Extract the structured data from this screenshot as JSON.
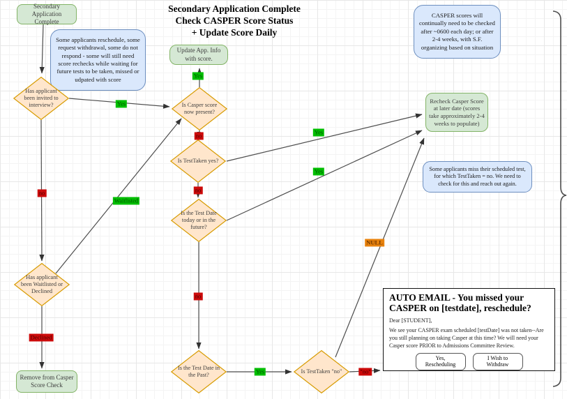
{
  "title": {
    "line1": "Secondary Application Complete",
    "line2": "Check CASPER Score Status",
    "line3": "+ Update Score Daily"
  },
  "nodes": {
    "secondary_app": {
      "label": "Secondary Application Complete"
    },
    "update_app": {
      "label": "Update App. Info with score."
    },
    "recheck": {
      "label": "Recheck Casper Score at later date (scores take approximately 2-4 weeks to populate)"
    },
    "remove": {
      "label": "Remove from Casper Score Check"
    }
  },
  "decisions": {
    "invited": {
      "label": "Has applicant been invited to interview?"
    },
    "casper_present": {
      "label": "Is Casper score now present?"
    },
    "testtaken_yes": {
      "label": "Is TestTaken yes?"
    },
    "testdate_future": {
      "label": "Is the Test Date today or in the future?"
    },
    "waitlisted_declined": {
      "label": "Has applicant been Waitlisted or Declined"
    },
    "testdate_past": {
      "label": "Is the Test Date in the Past?"
    },
    "testtaken_no": {
      "label": "Is TestTaken \"no\""
    }
  },
  "notes": {
    "reschedule": {
      "text": "Some applicants reschedule, some request withdrawal, some do not respond - some will still need score rechecks while waiting for future tests to be taken, missed or udpated with score"
    },
    "casper_daily": {
      "text": "CASPER scores will continually need to be checked after ~0600 each day; or after 2-4 weeks, with S.F. organizing based on situation"
    },
    "missed_test": {
      "text": "Some applicants miss their scheduled test, for which TestTaken = no. We need to check for this and reach out again."
    }
  },
  "edge_labels": {
    "invited_yes": "Yes",
    "invited_no": "no",
    "waitlisted": "Waitlisted",
    "declined": "Declined",
    "casper_present_yes": "Yes",
    "casper_present_no": "no",
    "testtaken_yes_yes": "Yes",
    "testtaken_yes_no": "no",
    "testdate_future_yes": "Yes",
    "testdate_future_no": "no",
    "testdate_past_yes": "Yes",
    "testtaken_no_no": "\"no\"",
    "testtaken_no_null": "NULL"
  },
  "auto_email": {
    "title": "AUTO EMAIL - You missed your CASPER on [testdate], reschedule?",
    "greeting": "Dear [STUDENT],",
    "body": "We see your CASPER exam scheduled [testDate] was not taken--Are you still planning on taking Casper at this time? We will need your Casper score PRIOR to Admissions Committee Review.",
    "buttons": {
      "reschedule": "Yes, Rescheduling",
      "withdraw": "I Wish to Withdraw"
    }
  },
  "colors": {
    "node_green_fill": "#d5e8d4",
    "node_green_stroke": "#82b366",
    "note_blue_fill": "#dae8fc",
    "note_blue_stroke": "#6c8ebf",
    "diamond_fill": "#ffe6cc",
    "diamond_stroke": "#d79b00",
    "label_yes_bg": "#00be00",
    "label_no_bg": "#cc0a0a",
    "label_null_bg": "#e8820d",
    "edge": "#4d4d4d"
  }
}
